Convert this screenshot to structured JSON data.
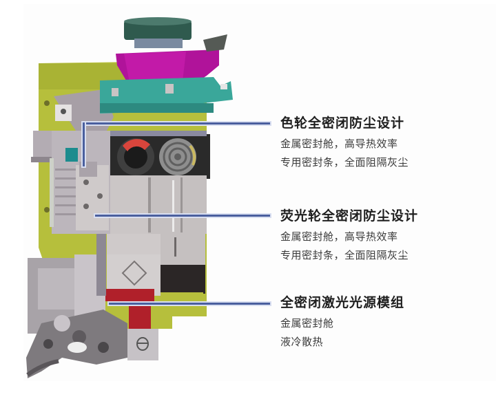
{
  "diagram": {
    "subject": "Sealed laser light-source engine cutaway",
    "colors": {
      "leader_line": "#4a5f9e",
      "title_text": "#1e1e1e",
      "body_text": "#3a3a3a",
      "chassis_yellow": "#b6bf3c",
      "color_wheel_cap": "#2f5a4e",
      "color_wheel_housing": "#b0139a",
      "mount_plate": "#3aa79a",
      "laser_block_red": "#b0202a",
      "body_grey": "#c9c4c4"
    }
  },
  "callouts": [
    {
      "title": "色轮全密闭防尘设计",
      "lines": [
        "金属密封舱，高导热效率",
        "专用密封条，全面阻隔灰尘"
      ]
    },
    {
      "title": "荧光轮全密闭防尘设计",
      "lines": [
        "金属密封舱，高导热效率",
        "专用密封条，全面阻隔灰尘"
      ]
    },
    {
      "title": "全密闭激光光源模组",
      "lines": [
        "金属密封舱",
        "液冷散热"
      ]
    }
  ]
}
